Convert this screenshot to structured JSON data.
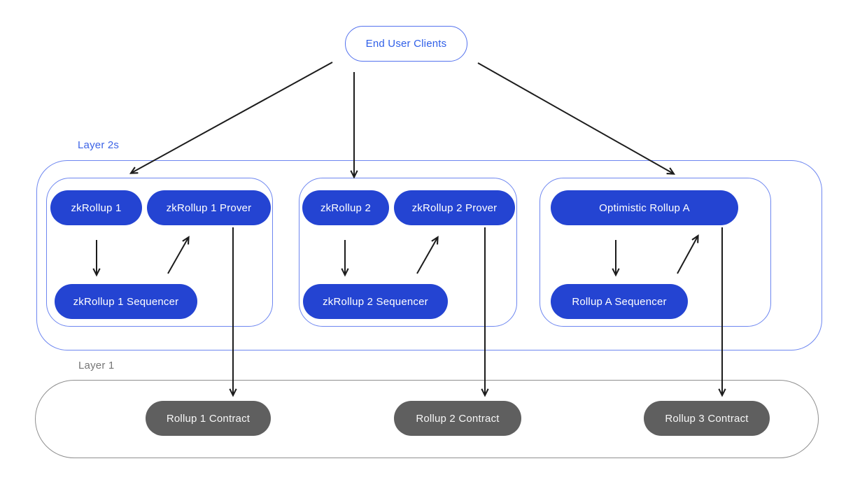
{
  "diagram": {
    "end_user_clients": "End User Clients",
    "labels": {
      "layer2": "Layer 2s",
      "layer1": "Layer 1"
    },
    "groups": [
      {
        "rollup": "zkRollup 1",
        "prover": "zkRollup 1 Prover",
        "sequencer": "zkRollup 1 Sequencer"
      },
      {
        "rollup": "zkRollup 2",
        "prover": "zkRollup 2 Prover",
        "sequencer": "zkRollup 2 Sequencer"
      },
      {
        "rollup": "Optimistic Rollup A",
        "sequencer": "Rollup A Sequencer"
      }
    ],
    "contracts": [
      {
        "label": "Rollup 1 Contract"
      },
      {
        "label": "Rollup 2 Contract"
      },
      {
        "label": "Rollup 3 Contract"
      }
    ],
    "colors": {
      "node_blue": "#2444d2",
      "outline_blue": "#6d86f0",
      "client_border_blue": "#5472ee",
      "client_text_blue": "#2f5fe8",
      "layer2_label_blue": "#3c63e6",
      "layer1_label_gray": "#757575",
      "layer1_border_gray": "#8f8f8f",
      "contract_gray": "#5f5f5f",
      "arrow_black": "#1c1c1c",
      "background": "#ffffff"
    }
  }
}
